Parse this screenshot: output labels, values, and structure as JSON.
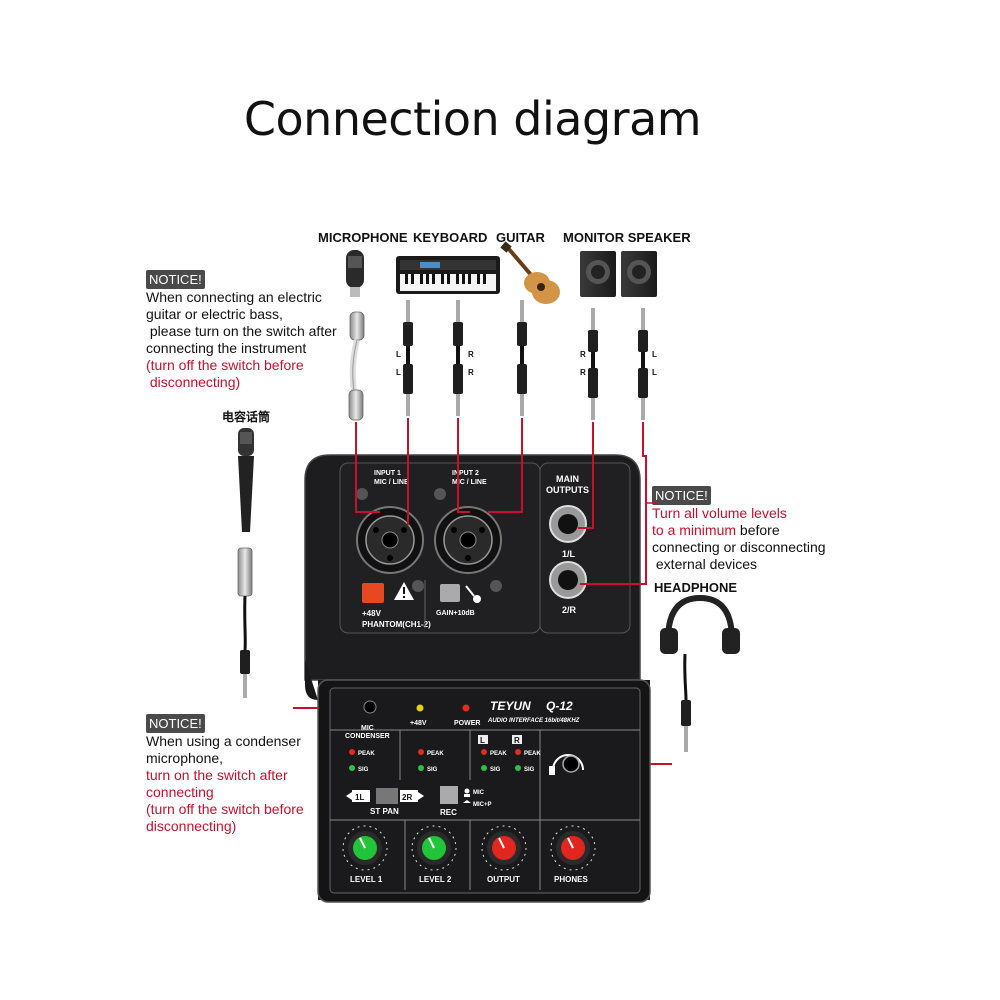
{
  "title": "Connection diagram",
  "devices": {
    "microphone": "MICROPHONE",
    "keyboard": "KEYBOARD",
    "guitar": "GUITAR",
    "monitor_speaker": "MONITOR SPEAKER",
    "headphone": "HEADPHONE",
    "condenser_mic_cn": "电容话筒"
  },
  "cable_marks": {
    "l": "L",
    "r": "R"
  },
  "notices": {
    "tag": "NOTICE!",
    "guitar": {
      "line1": "When connecting an electric",
      "line2": "guitar or electric bass,",
      "line3": " please turn on the switch after",
      "line4": "connecting the instrument",
      "line5": "(turn off the switch before",
      "line6": " disconnecting)"
    },
    "volume": {
      "line1": "Turn all volume levels",
      "line2a": "to a minimum",
      "line2b": " before",
      "line3": "connecting or disconnecting",
      "line4": " external devices"
    },
    "condenser": {
      "line1": "When using a condenser",
      "line2": "microphone,",
      "line3": "turn on the switch after",
      "line4": "connecting",
      "line5": "(turn off the switch before",
      "line6": "disconnecting)"
    }
  },
  "interface": {
    "input1": "INPUT 1",
    "input2": "INPUT 2",
    "mic_line": "MIC / LINE",
    "main_outputs_1": "MAIN",
    "main_outputs_2": "OUTPUTS",
    "out_1l": "1/L",
    "out_2r": "2/R",
    "plus48v": "+48V",
    "phantom": "PHANTOM(CH1-2)",
    "gain": "GAIN+10dB",
    "brand": "TEYUN",
    "model": "Q-12",
    "subtitle": "AUDIO INTERFACE 16bit/48KHZ",
    "mic_condenser_1": "MIC",
    "mic_condenser_2": "CONDENSER",
    "led_48v": "+48V",
    "led_power": "POWER",
    "peak": "PEAK",
    "sig": "SIG",
    "l": "L",
    "r": "R",
    "st_pan": "ST PAN",
    "pan_1l": "1L",
    "pan_2r": "2R",
    "rec": "REC",
    "mic": "MIC",
    "mic_p": "MIC+P",
    "knobs": [
      "LEVEL 1",
      "LEVEL 2",
      "OUTPUT",
      "PHONES"
    ]
  },
  "colors": {
    "cable_red": "#c8102e",
    "notice_red": "#c8102e",
    "panel": "#1c1c1e",
    "knob_green": "#22c43a",
    "knob_red": "#e0261f",
    "button_orange": "#e8481f"
  }
}
